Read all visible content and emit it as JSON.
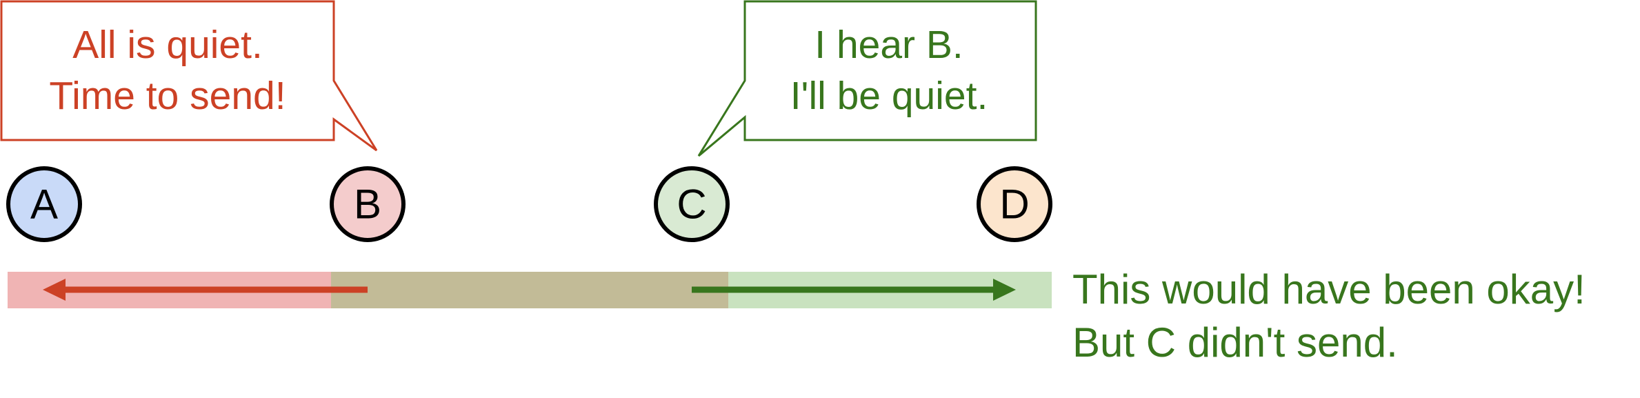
{
  "bubble_b": {
    "line1": "All is quiet.",
    "line2": "Time to send!",
    "color": "#cc4125"
  },
  "bubble_c": {
    "line1": "I hear B.",
    "line2": "I'll be quiet.",
    "color": "#38761d"
  },
  "nodes": [
    {
      "id": "a",
      "label": "A",
      "fill": "#c9daf8"
    },
    {
      "id": "b",
      "label": "B",
      "fill": "#f4cccc"
    },
    {
      "id": "c",
      "label": "C",
      "fill": "#d9ead3"
    },
    {
      "id": "d",
      "label": "D",
      "fill": "#fce5cd"
    }
  ],
  "ranges": {
    "b_range_color": "#f0b4b4",
    "overlap_color": "#c2bb97",
    "c_range_color": "#c9e2bf"
  },
  "note": {
    "line1": "This would have been okay!",
    "line2": "But C didn't send.",
    "color": "#38761d"
  }
}
